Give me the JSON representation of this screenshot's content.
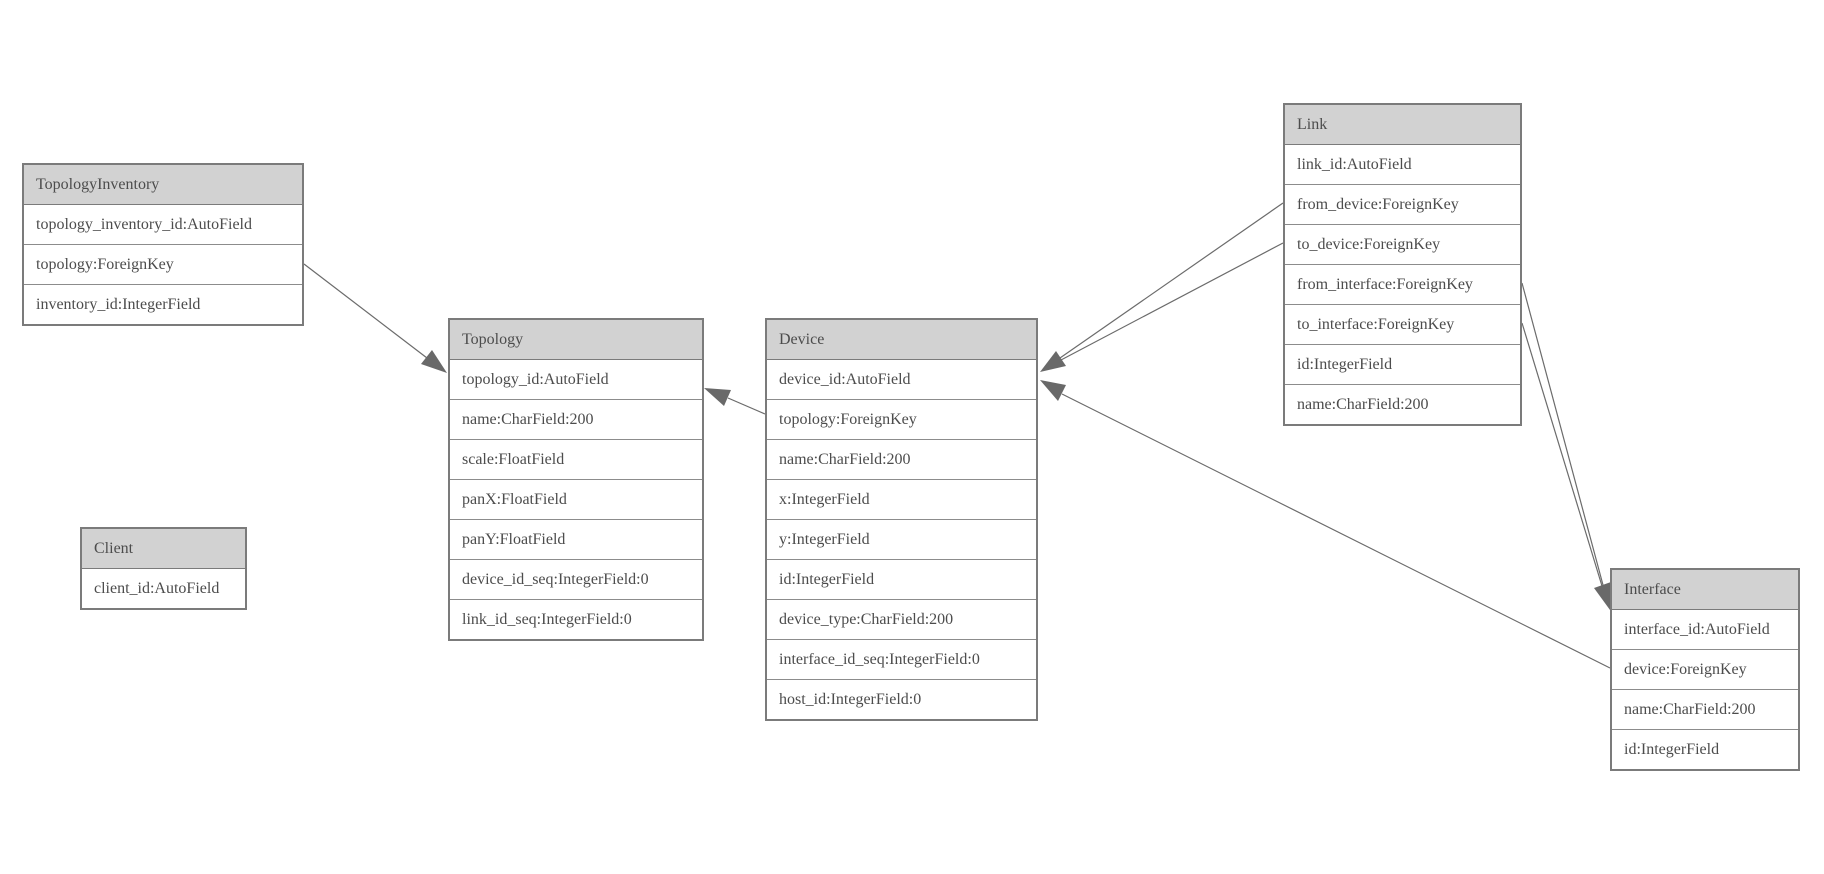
{
  "diagram_type": "entity-relationship-model",
  "colors": {
    "header_bg": "#d2d2d2",
    "outer_border": "#7b7b7b",
    "row_border": "#8c8c8c",
    "text": "#4c4c4c",
    "edge_line": "#6b6b6b",
    "arrowhead": "#696969",
    "background": "#ffffff"
  },
  "entities": [
    {
      "name": "TopologyInventory",
      "fields": [
        "topology_inventory_id:AutoField",
        "topology:ForeignKey",
        "inventory_id:IntegerField"
      ]
    },
    {
      "name": "Topology",
      "fields": [
        "topology_id:AutoField",
        "name:CharField:200",
        "scale:FloatField",
        "panX:FloatField",
        "panY:FloatField",
        "device_id_seq:IntegerField:0",
        "link_id_seq:IntegerField:0"
      ]
    },
    {
      "name": "Client",
      "fields": [
        "client_id:AutoField"
      ]
    },
    {
      "name": "Device",
      "fields": [
        "device_id:AutoField",
        "topology:ForeignKey",
        "name:CharField:200",
        "x:IntegerField",
        "y:IntegerField",
        "id:IntegerField",
        "device_type:CharField:200",
        "interface_id_seq:IntegerField:0",
        "host_id:IntegerField:0"
      ]
    },
    {
      "name": "Link",
      "fields": [
        "link_id:AutoField",
        "from_device:ForeignKey",
        "to_device:ForeignKey",
        "from_interface:ForeignKey",
        "to_interface:ForeignKey",
        "id:IntegerField",
        "name:CharField:200"
      ]
    },
    {
      "name": "Interface",
      "fields": [
        "interface_id:AutoField",
        "device:ForeignKey",
        "name:CharField:200",
        "id:IntegerField"
      ]
    }
  ],
  "relationships": [
    {
      "from": "TopologyInventory.topology",
      "to": "Topology.topology_id"
    },
    {
      "from": "Device.topology",
      "to": "Topology.topology_id"
    },
    {
      "from": "Link.from_device",
      "to": "Device.device_id"
    },
    {
      "from": "Link.to_device",
      "to": "Device.device_id"
    },
    {
      "from": "Link.from_interface",
      "to": "Interface.interface_id"
    },
    {
      "from": "Link.to_interface",
      "to": "Interface.interface_id"
    },
    {
      "from": "Interface.device",
      "to": "Device.device_id"
    }
  ]
}
